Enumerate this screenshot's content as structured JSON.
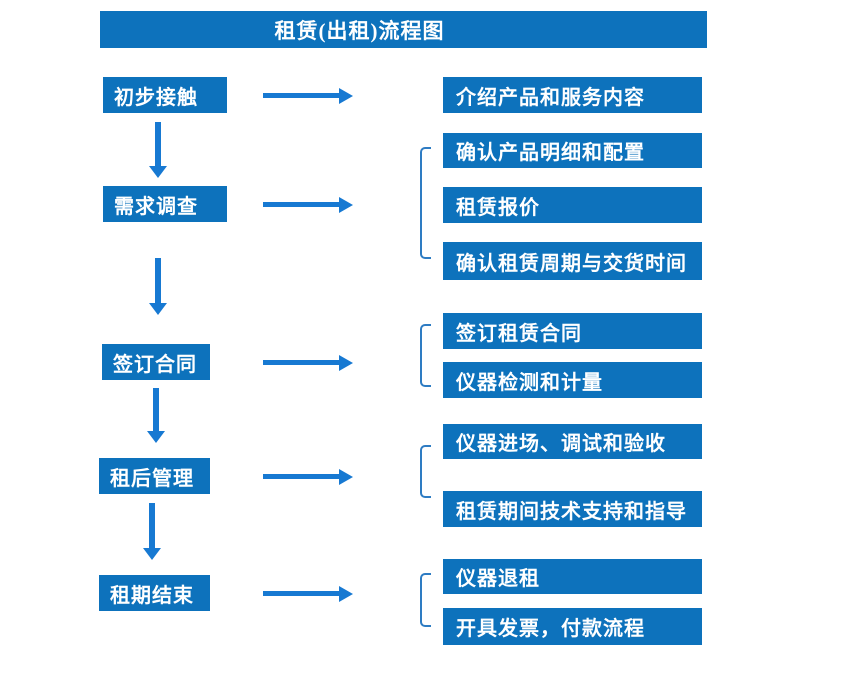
{
  "title": "租赁(出租)流程图",
  "colors": {
    "box_blue": "#0d72bc",
    "arrow_blue": "#1779d2",
    "bracket_blue": "#2e7cc3"
  },
  "steps": [
    {
      "label": "初步接触",
      "outputs": [
        "介绍产品和服务内容"
      ]
    },
    {
      "label": "需求调查",
      "outputs": [
        "确认产品明细和配置",
        "租赁报价",
        "确认租赁周期与交货时间"
      ]
    },
    {
      "label": "签订合同",
      "outputs": [
        "签订租赁合同",
        "仪器检测和计量"
      ]
    },
    {
      "label": "租后管理",
      "outputs": [
        "仪器进场、调试和验收",
        "租赁期间技术支持和指导"
      ]
    },
    {
      "label": "租期结束",
      "outputs": [
        "仪器退租",
        "开具发票，付款流程"
      ]
    }
  ]
}
